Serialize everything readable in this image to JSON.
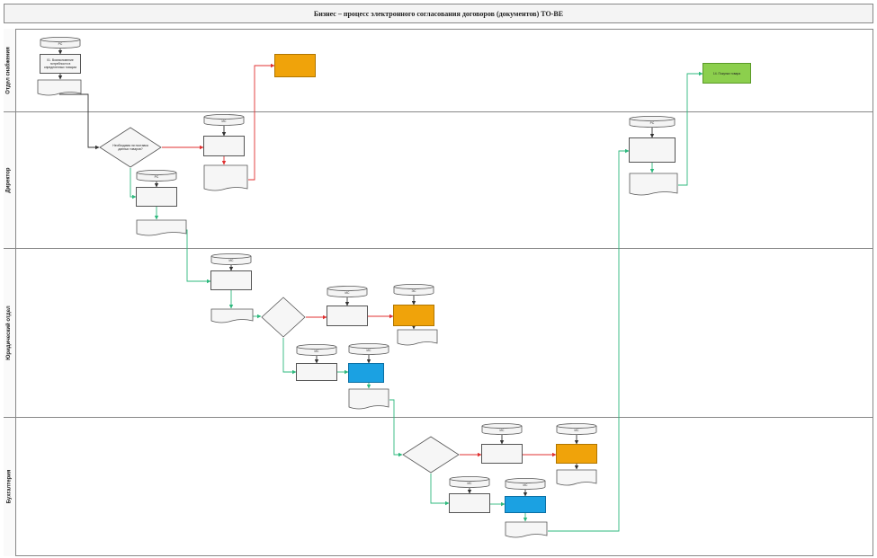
{
  "title": "Бизнес – процесс электронного согласования договоров (документов) ТО-ВЕ",
  "page_mark": "",
  "colors": {
    "line_default": "#333333",
    "line_yes": "#2db87d",
    "line_no": "#e03030",
    "orange": "#f0a30a",
    "green": "#8ccf4d",
    "blue": "#1ba1e2"
  },
  "lanes": [
    {
      "id": "sales",
      "label": "Отдел снабжения"
    },
    {
      "id": "director",
      "label": "Директор"
    },
    {
      "id": "legal",
      "label": "Юридический отдел"
    },
    {
      "id": "accounting",
      "label": "Бухгалтерия"
    }
  ],
  "db_labels": {
    "db1": "РС",
    "db2": "ИС",
    "db3": "РС",
    "db4": "РС",
    "db5": "ИС",
    "db6": "ИС",
    "db7": "ЭС",
    "db8": "ИС",
    "db9": "ИС",
    "db10": "ИС",
    "db11": "ИС",
    "db12": "ИС",
    "db13": "ИС"
  },
  "nodes": {
    "s1": "01. Возникновение потребности в определенных товарах",
    "d1": "",
    "o1": "",
    "g1": "14. Покупка товара",
    "q1": "Необходима ли поставка данных товаров?",
    "p2": "",
    "d2": "",
    "p3": "",
    "d3": "",
    "p13": "",
    "d13": "",
    "p4": "",
    "d4": "",
    "q2": "",
    "p5": "",
    "o2": "",
    "d5": "",
    "p6": "",
    "b1": "",
    "d6": "",
    "q3": "",
    "p7": "",
    "o3": "",
    "d7": "",
    "p8": "",
    "b2": "",
    "d8": ""
  }
}
